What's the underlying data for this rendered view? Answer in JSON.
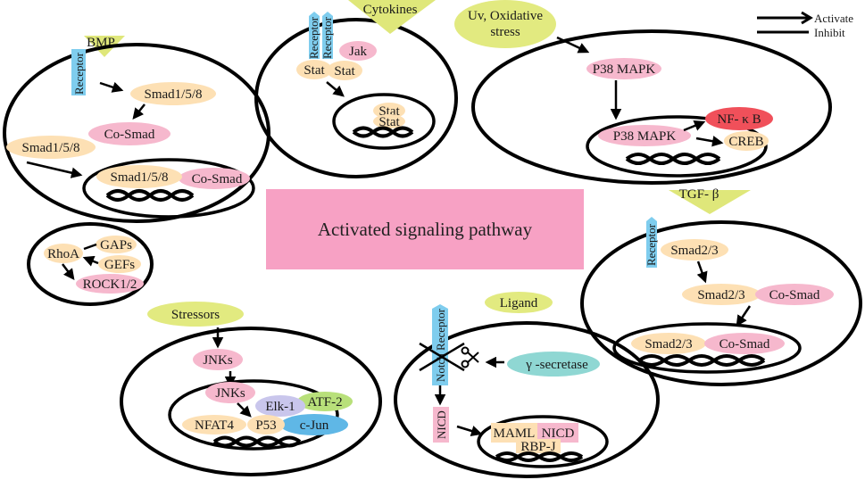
{
  "colors": {
    "orange": "#fde0b4",
    "pink": "#f6b8cd",
    "red": "#f0505a",
    "purple": "#c9c6ec",
    "green": "#b8e07a",
    "blue_oval": "#5fb7e6",
    "teal": "#8fd7d3",
    "receptor": "#7fcdee",
    "triangle": "#dfe77a",
    "yellow_oval": "#e2ea80",
    "center_box": "#f7a1c4"
  },
  "title": "Activated signaling pathway",
  "legend": {
    "activate": "Activate",
    "inhibit": "Inhibit"
  },
  "bmp": {
    "ligand": "BMP",
    "receptor": "Receptor",
    "smad158_top": "Smad1/5/8",
    "cosmad": "Co-Smad",
    "smad158_left": "Smad1/5/8",
    "nuc_smad": "Smad1/5/8",
    "nuc_cosmad": "Co-Smad"
  },
  "cytokines": {
    "ligand": "Cytokines",
    "receptor1": "Receptor",
    "receptor2": "Receptor",
    "jak": "Jak",
    "stat1": "Stat",
    "stat2": "Stat",
    "nuc_stat1": "Stat",
    "nuc_stat2": "Stat"
  },
  "p38": {
    "stimulus_line1": "Uv, Oxidative",
    "stimulus_line2": "stress",
    "p38_top": "P38 MAPK",
    "p38_nuc": "P38 MAPK",
    "nfkb": "NF- κ B",
    "creb": "CREB"
  },
  "rho": {
    "rhoa": "RhoA",
    "gaps": "GAPs",
    "gefs": "GEFs",
    "rock": "ROCK1/2"
  },
  "tgf": {
    "ligand": "TGF- β",
    "receptor": "Receptor",
    "smad23_top": "Smad2/3",
    "smad23_mid": "Smad2/3",
    "cosmad_mid": "Co-Smad",
    "nuc_smad": "Smad2/3",
    "nuc_cosmad": "Co-Smad"
  },
  "jnk": {
    "stimulus": "Stressors",
    "jnks_top": "JNKs",
    "jnks_nuc": "JNKs",
    "atf2": "ATF-2",
    "elk1": "Elk-1",
    "nfat4": "NFAT4",
    "p53": "P53",
    "cjun": "c-Jun"
  },
  "notch": {
    "ligand": "Ligand",
    "receptor": "Notch Receptor",
    "gsecretase": "γ -secretase",
    "nicd": "NICD",
    "maml": "MAML",
    "nuc_nicd": "NICD",
    "rbpj": "RBP-J"
  }
}
